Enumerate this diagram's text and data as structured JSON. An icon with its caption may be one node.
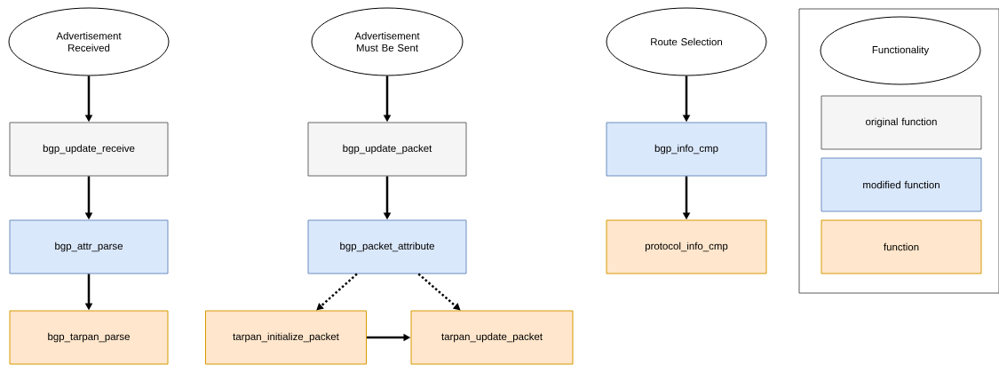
{
  "diagram": {
    "nodes": [
      {
        "text": [
          "Advertisement Received"
        ]
      },
      {
        "text": [
          "Advertisement Must Be Sent"
        ]
      },
      {
        "text": [
          "Route Selection"
        ]
      },
      {
        "text": [
          "Functionality"
        ]
      },
      {
        "text": [
          "bgp_update_receive"
        ]
      },
      {
        "text": [
          "bgp_update_packet"
        ]
      },
      {
        "text": [
          "bgp_info_cmp"
        ]
      },
      {
        "text": [
          "bgp_attr_parse"
        ]
      },
      {
        "text": [
          "bgp_packet_attribute"
        ]
      },
      {
        "text": [
          "protocol_info_cmp"
        ]
      },
      {
        "text": [
          "bgp_tarpan_parse"
        ]
      },
      {
        "text": [
          "tarpan_initialize_packet"
        ]
      },
      {
        "text": [
          "tarpan_update_packet"
        ]
      }
    ],
    "edges": [
      {
        "from": 0,
        "to": 4,
        "arrow": "to"
      },
      {
        "from": 4,
        "to": 7,
        "arrow": "to"
      },
      {
        "from": 7,
        "to": 10,
        "arrow": "to"
      },
      {
        "from": 1,
        "to": 5,
        "arrow": "to"
      },
      {
        "from": 5,
        "to": 8,
        "arrow": "to"
      },
      {
        "from": 8,
        "to": 11,
        "arrow": "to",
        "style": "dashed"
      },
      {
        "from": 8,
        "to": 12,
        "arrow": "to",
        "style": "dashed"
      },
      {
        "from": 11,
        "to": 12,
        "arrow": "to"
      },
      {
        "from": 2,
        "to": 6,
        "arrow": "to"
      },
      {
        "from": 6,
        "to": 9,
        "arrow": "to"
      }
    ],
    "legend": [
      {
        "text": "original function",
        "color": "#f5f5f5"
      },
      {
        "text": "modified function",
        "color": "#dae8fc"
      },
      {
        "text": "function",
        "color": "#ffe6cc"
      }
    ]
  }
}
